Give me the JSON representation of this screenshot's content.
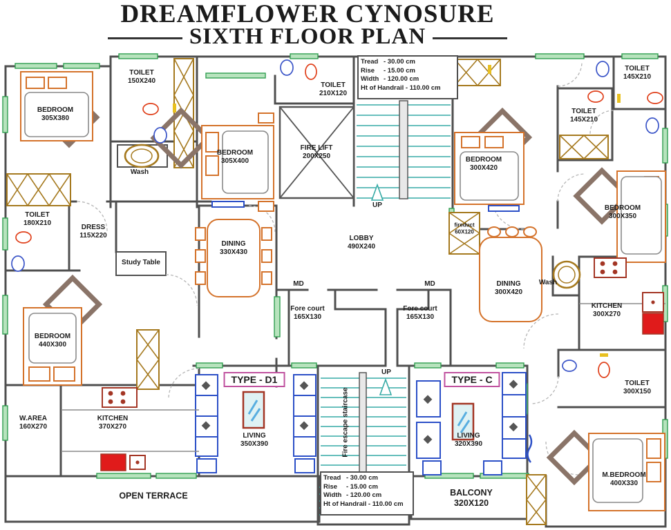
{
  "title": {
    "line1": "DREAMFLOWER CYNOSURE",
    "line2": "SIXTH FLOOR PLAN"
  },
  "stair_specs": {
    "line1_label": "Tread",
    "line1_value": "-   30.00 cm",
    "line2_label": "Rise",
    "line2_value": "-   15.00 cm",
    "line3_label": "Width",
    "line3_value": "- 120.00 cm",
    "line4": "Ht of Handrail - 110.00 cm"
  },
  "rooms": {
    "bedroom_tl": {
      "name": "BEDROOM",
      "dims": "305X380"
    },
    "toilet_tl": {
      "name": "TOILET",
      "dims": "150X240"
    },
    "wash_left": {
      "name": "Wash"
    },
    "toilet_left": {
      "name": "TOILET",
      "dims": "180X210"
    },
    "dress": {
      "name": "DRESS",
      "dims": "115X220"
    },
    "study_table": {
      "name": "Study Table"
    },
    "bedroom_bl": {
      "name": "BEDROOM",
      "dims": "440X300"
    },
    "warea": {
      "name": "W.AREA",
      "dims": "160X270"
    },
    "kitchen_left": {
      "name": "KITCHEN",
      "dims": "370X270"
    },
    "open_terrace": {
      "name": "OPEN TERRACE"
    },
    "bedroom_c": {
      "name": "BEDROOM",
      "dims": "305X400"
    },
    "toilet_c": {
      "name": "TOILET",
      "dims": "210X120"
    },
    "firelift": {
      "name": "FIRE LIFT",
      "dims": "200X250"
    },
    "dining_left": {
      "name": "DINING",
      "dims": "330X430"
    },
    "lobby": {
      "name": "LOBBY",
      "dims": "490X240"
    },
    "md_left": {
      "name": "MD"
    },
    "forecourt_left": {
      "name": "Fore court",
      "dims": "165X130"
    },
    "md_right": {
      "name": "MD"
    },
    "forecourt_right": {
      "name": "Fore court",
      "dims": "165X130"
    },
    "type_d1": {
      "name": "TYPE - D1"
    },
    "living_d1": {
      "name": "LIVING",
      "dims": "350X390"
    },
    "fire_escape": {
      "name": "Fire escape staircase"
    },
    "up_top": {
      "name": "UP"
    },
    "up_bottom": {
      "name": "UP"
    },
    "type_c": {
      "name": "TYPE - C"
    },
    "living_c": {
      "name": "LIVING",
      "dims": "320X390"
    },
    "balcony": {
      "name": "BALCONY",
      "dims": "320X120"
    },
    "bedroom_tr": {
      "name": "BEDROOM",
      "dims": "300X420"
    },
    "fireduct": {
      "name": "fireduct",
      "dims": "60X120"
    },
    "toilet_mid_r": {
      "name": "TOILET",
      "dims": "145X210"
    },
    "toilet_tr": {
      "name": "TOILET",
      "dims": "145X210"
    },
    "bedroom_r": {
      "name": "BEDROOM",
      "dims": "300X350"
    },
    "dining_right": {
      "name": "DINING",
      "dims": "300X420"
    },
    "wash_right": {
      "name": "Wash"
    },
    "kitchen_right": {
      "name": "KITCHEN",
      "dims": "300X270"
    },
    "toilet_right": {
      "name": "TOILET",
      "dims": "300X150"
    },
    "mbedroom": {
      "name": "M.BEDROOM",
      "dims": "400X330"
    }
  },
  "colors": {
    "wall": "#4f4f4f",
    "window_green": "#2f9e4f",
    "wardrobe_tan": "#a5791e",
    "furniture_orange": "#d4722a",
    "sofa_blue": "#2b4fc7",
    "stairs_teal": "#35aaa5",
    "accent_red": "#e01b1b",
    "type_box_magenta": "#c0519f"
  }
}
